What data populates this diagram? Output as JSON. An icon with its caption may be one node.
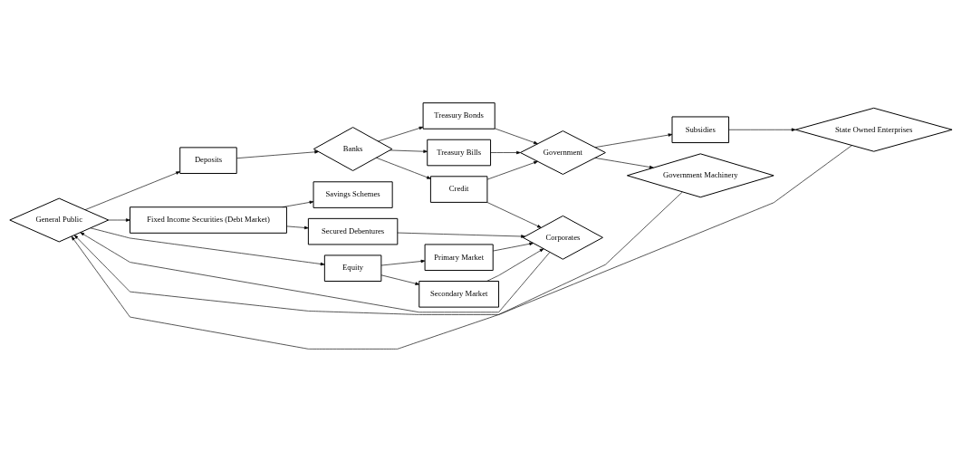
{
  "diagram": {
    "nodes": [
      {
        "text": [
          "General Public"
        ]
      },
      {
        "text": [
          "Deposits"
        ]
      },
      {
        "text": [
          "Fixed Income Securities (Debt Market)"
        ]
      },
      {
        "text": [
          "Equity"
        ]
      },
      {
        "text": [
          "Banks"
        ]
      },
      {
        "text": [
          "Treasury Bonds"
        ]
      },
      {
        "text": [
          "Treasury Bills"
        ]
      },
      {
        "text": [
          "Credit"
        ]
      },
      {
        "text": [
          "Savings Schemes"
        ]
      },
      {
        "text": [
          "Secured Debentures"
        ]
      },
      {
        "text": [
          "Primary Market"
        ]
      },
      {
        "text": [
          "Secondary Market"
        ]
      },
      {
        "text": [
          "Government"
        ]
      },
      {
        "text": [
          "Corporates"
        ]
      },
      {
        "text": [
          "Subsidies"
        ]
      },
      {
        "text": [
          "State Owned Enterprises"
        ]
      },
      {
        "text": [
          "Government Machinery"
        ]
      }
    ],
    "edges": [
      {
        "from": 0,
        "to": 1,
        "arrow": "to"
      },
      {
        "from": 0,
        "to": 2,
        "arrow": "to"
      },
      {
        "from": 0,
        "to": 3,
        "arrow": "to"
      },
      {
        "from": 1,
        "to": 4,
        "arrow": "to"
      },
      {
        "from": 4,
        "to": 5,
        "arrow": "to"
      },
      {
        "from": 4,
        "to": 6,
        "arrow": "to"
      },
      {
        "from": 4,
        "to": 7,
        "arrow": "to"
      },
      {
        "from": 2,
        "to": 8,
        "arrow": "to"
      },
      {
        "from": 2,
        "to": 9,
        "arrow": "to"
      },
      {
        "from": 3,
        "to": 10,
        "arrow": "to"
      },
      {
        "from": 3,
        "to": 11,
        "arrow": "to"
      },
      {
        "from": 5,
        "to": 12,
        "arrow": "to"
      },
      {
        "from": 6,
        "to": 12,
        "arrow": "to"
      },
      {
        "from": 7,
        "to": 12,
        "arrow": "to"
      },
      {
        "from": 7,
        "to": 13,
        "arrow": "to"
      },
      {
        "from": 9,
        "to": 13,
        "arrow": "to"
      },
      {
        "from": 10,
        "to": 13,
        "arrow": "to"
      },
      {
        "from": 11,
        "to": 13,
        "arrow": "to"
      },
      {
        "from": 12,
        "to": 14,
        "arrow": "to"
      },
      {
        "from": 14,
        "to": 15,
        "arrow": "to"
      },
      {
        "from": 12,
        "to": 16,
        "arrow": "to"
      },
      {
        "from": 15,
        "to": 0,
        "arrow": "to"
      },
      {
        "from": 16,
        "to": 0,
        "arrow": "to"
      },
      {
        "from": 13,
        "to": 0,
        "arrow": "to"
      }
    ]
  }
}
